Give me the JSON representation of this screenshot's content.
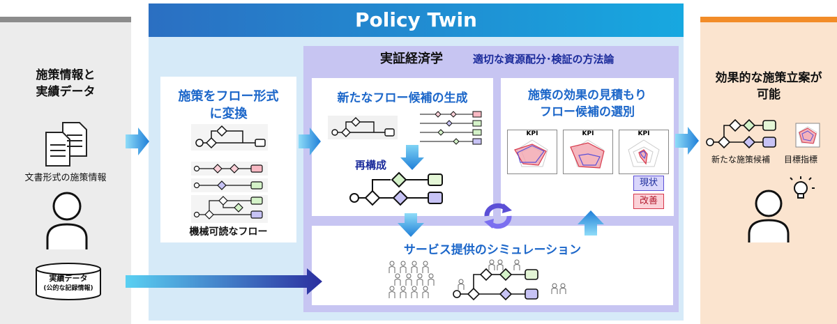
{
  "header": {
    "title": "Policy Twin"
  },
  "left": {
    "title_line1": "施策情報と",
    "title_line2": "実績データ",
    "doc_label": "文書形式の施策情報",
    "db_label_line1": "実績データ",
    "db_label_line2": "(公的な記録情報)"
  },
  "convert": {
    "title_line1": "施策をフロー形式",
    "title_line2": "に変換",
    "caption": "機械可読なフロー"
  },
  "economics": {
    "title": "実証経済学",
    "subtitle": "適切な資源配分･検証の方法論"
  },
  "generate": {
    "title": "新たなフロー候補の生成",
    "restructure": "再構成"
  },
  "estimate": {
    "title_line1": "施策の効果の見積もり",
    "title_line2": "フロー候補の選別",
    "kpi_label": "KPI",
    "legend_current": "現状",
    "legend_improved": "改善"
  },
  "simulation": {
    "title": "サービス提供のシミュレーション"
  },
  "right": {
    "title_line1": "効果的な施策立案が",
    "title_line2": "可能",
    "candidate_label": "新たな施策候補",
    "target_label": "目標指標"
  },
  "colors": {
    "header_start": "#2b6fc2",
    "header_end": "#17a8e0",
    "accent_blue": "#1b66c9",
    "accent_navy": "#1b2b9b",
    "current": "#5b4fd6",
    "improved": "#d6374a"
  }
}
